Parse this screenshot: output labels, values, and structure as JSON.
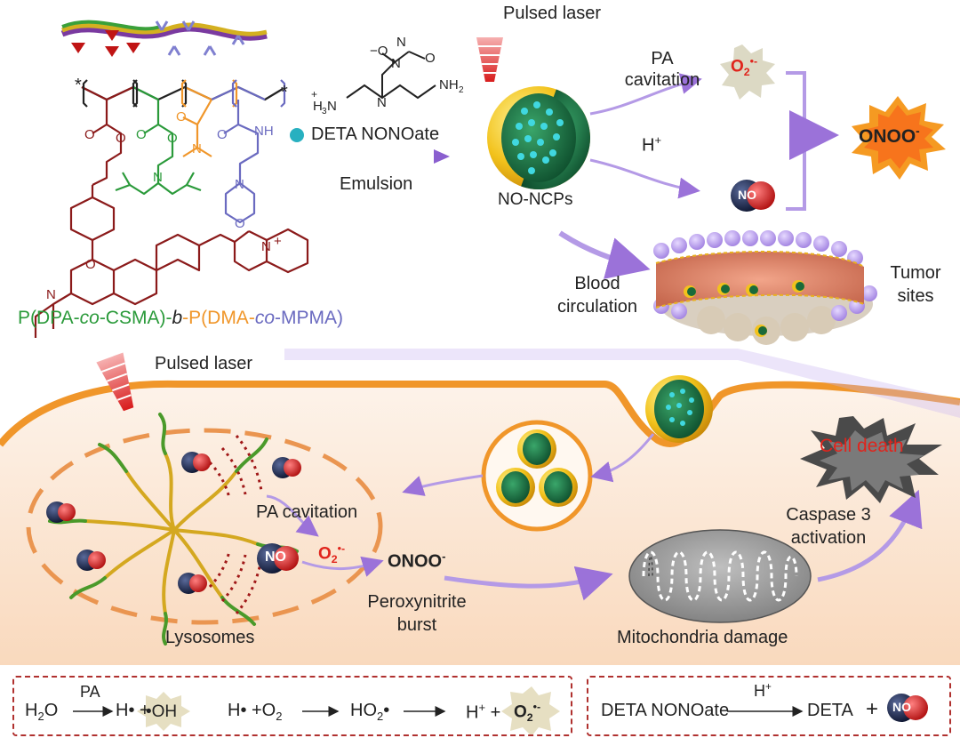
{
  "polymer": {
    "name_p1": "P(DPA-",
    "name_co1": "co",
    "name_p2": "-CSMA)-",
    "name_b": "b",
    "name_p3": "-P(DMA-",
    "name_co2": "co",
    "name_p4": "-MPMA)",
    "colors": {
      "dpa": "#2a9a3a",
      "csma": "#8b1a1a",
      "dma": "#f0962a",
      "mpma": "#6a6ac0"
    }
  },
  "synthesis": {
    "drug_label": "DETA NONOate",
    "arrow_label": "Emulsion",
    "nanoparticle_label": "NO-NCPs",
    "laser_label": "Pulsed laser",
    "pa_label_1": "PA",
    "pa_label_2": "cavitation",
    "proton_label": "H",
    "proton_sup": "+",
    "superoxide_base": "O",
    "superoxide_sub": "2",
    "superoxide_sup": "•-",
    "no_label": "NO",
    "peroxynitrite": "ONOO",
    "peroxynitrite_sup": "-"
  },
  "circulation": {
    "blood_1": "Blood",
    "blood_2": "circulation",
    "tumor_1": "Tumor",
    "tumor_2": "sites"
  },
  "cell": {
    "laser_label": "Pulsed laser",
    "pa_cavitation": "PA cavitation",
    "lysosomes": "Lysosomes",
    "superoxide_base": "O",
    "superoxide_sub": "2",
    "superoxide_sup": "•-",
    "onoo": "ONOO",
    "onoo_sup": "-",
    "burst_1": "Peroxynitrite",
    "burst_2": "burst",
    "mito_label": "Mitochondria damage",
    "caspase_1": "Caspase 3",
    "caspase_2": "activation",
    "cell_death": "Cell death",
    "no_label": "NO"
  },
  "equations": {
    "left": {
      "h2o_base": "H",
      "h2o_sub": "2",
      "h2o_end": "O",
      "pa": "PA",
      "h_rad": "H• +",
      "oh": "•OH",
      "h_rad2": "H• +O",
      "o2_sub": "2",
      "ho2_base": "HO",
      "ho2_sub": "2",
      "ho2_end": "•",
      "hplus": "H",
      "hplus_sup": "+",
      "plus": "+",
      "o2rad_base": "O",
      "o2rad_sub": "2",
      "o2rad_sup": "•-"
    },
    "right": {
      "reactant": "DETA NONOate",
      "cond": "H",
      "cond_sup": "+",
      "product": "DETA",
      "plus": "+",
      "no": "NO"
    }
  }
}
